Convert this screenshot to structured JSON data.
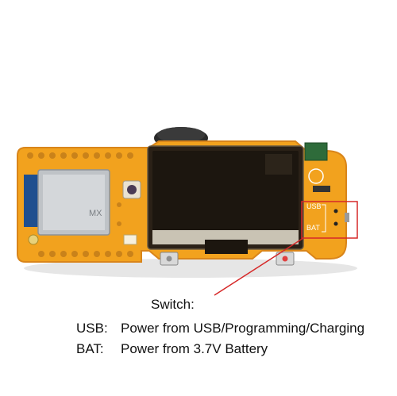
{
  "board": {
    "switch_labels": {
      "usb": "USB",
      "bat": "BAT"
    },
    "module_marking": "MX",
    "colors": {
      "pcb": "#f2a21e",
      "pcb_edge": "#d9851a",
      "display_glass": "#1c160f",
      "callout": "#d62828"
    }
  },
  "caption": {
    "title": "Switch:",
    "usb_key": "USB:",
    "usb_text": "Power from USB/Programming/Charging",
    "bat_key": "BAT:",
    "bat_text": "Power from 3.7V Battery"
  }
}
